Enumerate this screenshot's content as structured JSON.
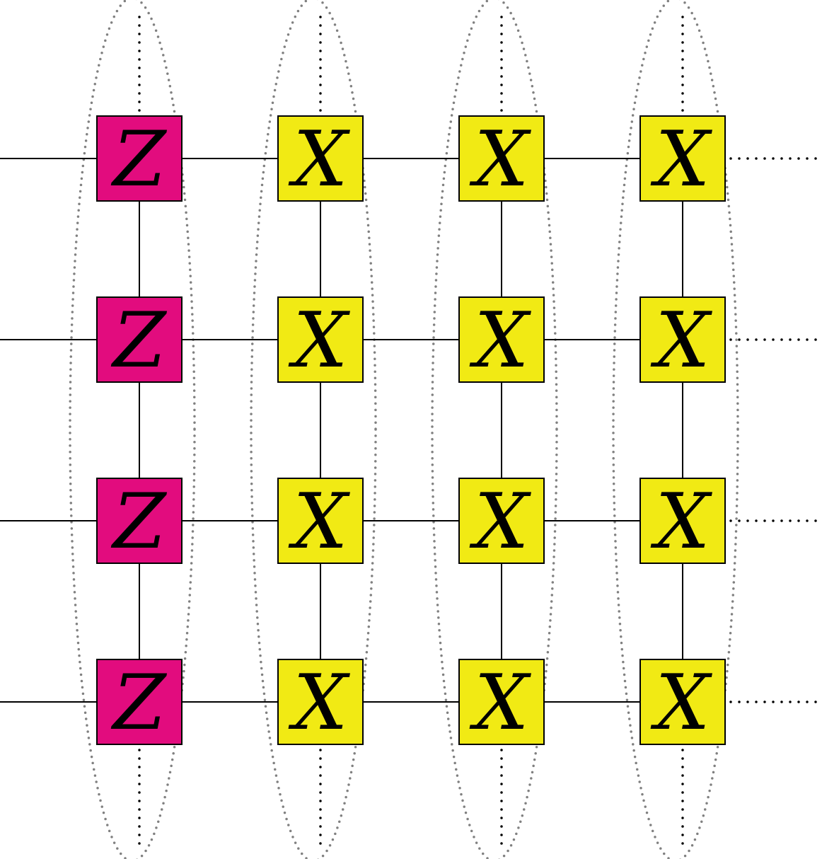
{
  "colors": {
    "z_tile": "#e20c7e",
    "x_tile": "#f1ea14",
    "line": "#000000",
    "ellipse": "#808080"
  },
  "grid": {
    "columns": [
      {
        "label": "Z",
        "kind": "z"
      },
      {
        "label": "X",
        "kind": "x"
      },
      {
        "label": "X",
        "kind": "x"
      },
      {
        "label": "X",
        "kind": "x"
      }
    ],
    "row_count": 4
  }
}
